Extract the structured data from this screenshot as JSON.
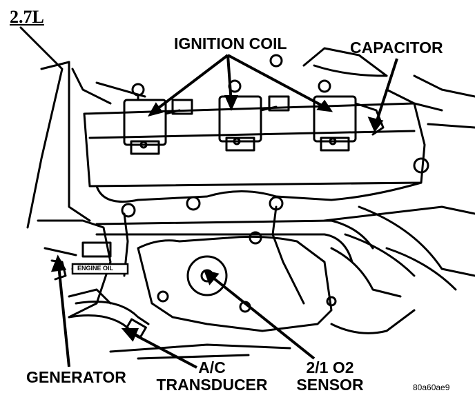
{
  "title": "2.7L",
  "labels": {
    "ignition_coil": "IGNITION COIL",
    "capacitor": "CAPACITOR",
    "generator": "GENERATOR",
    "ac_transducer_line1": "A/C",
    "ac_transducer_line2": "TRANSDUCER",
    "o2_sensor_line1": "2/1 O2",
    "o2_sensor_line2": "SENSOR"
  },
  "engine_oil_tag": "ENGINE OIL",
  "figure_code": "80a60ae9"
}
